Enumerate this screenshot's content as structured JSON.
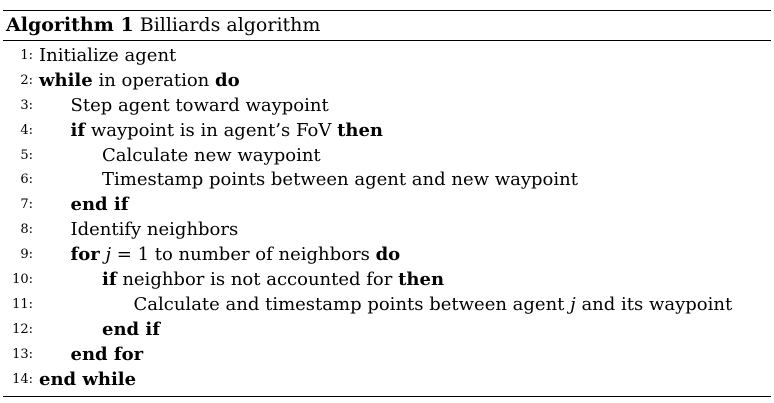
{
  "caption": {
    "label": "Algorithm 1",
    "title": "Billiards algorithm"
  },
  "lines": [
    {
      "num": "1:",
      "indent": 0,
      "parts": [
        {
          "t": "Initialize agent"
        }
      ]
    },
    {
      "num": "2:",
      "indent": 0,
      "parts": [
        {
          "t": "while",
          "s": "kw"
        },
        {
          "t": " in operation "
        },
        {
          "t": "do",
          "s": "kw"
        }
      ]
    },
    {
      "num": "3:",
      "indent": 1,
      "parts": [
        {
          "t": "Step agent toward waypoint"
        }
      ]
    },
    {
      "num": "4:",
      "indent": 1,
      "parts": [
        {
          "t": "if",
          "s": "kw"
        },
        {
          "t": " waypoint is in agent’s FoV "
        },
        {
          "t": "then",
          "s": "kw"
        }
      ]
    },
    {
      "num": "5:",
      "indent": 2,
      "parts": [
        {
          "t": "Calculate new waypoint"
        }
      ]
    },
    {
      "num": "6:",
      "indent": 2,
      "parts": [
        {
          "t": "Timestamp points between agent and new waypoint"
        }
      ]
    },
    {
      "num": "7:",
      "indent": 1,
      "parts": [
        {
          "t": "end if",
          "s": "kw"
        }
      ]
    },
    {
      "num": "8:",
      "indent": 1,
      "parts": [
        {
          "t": "Identify neighbors"
        }
      ]
    },
    {
      "num": "9:",
      "indent": 1,
      "parts": [
        {
          "t": "for",
          "s": "kw"
        },
        {
          "t": " "
        },
        {
          "t": "j",
          "s": "math"
        },
        {
          "t": " = 1 to number of neighbors "
        },
        {
          "t": "do",
          "s": "kw"
        }
      ]
    },
    {
      "num": "10:",
      "indent": 2,
      "parts": [
        {
          "t": "if",
          "s": "kw"
        },
        {
          "t": " neighbor is not accounted for "
        },
        {
          "t": "then",
          "s": "kw"
        }
      ]
    },
    {
      "num": "11:",
      "indent": 3,
      "parts": [
        {
          "t": "Calculate and timestamp points between agent "
        },
        {
          "t": "j",
          "s": "math"
        },
        {
          "t": " and its waypoint"
        }
      ]
    },
    {
      "num": "12:",
      "indent": 2,
      "parts": [
        {
          "t": "end if",
          "s": "kw"
        }
      ]
    },
    {
      "num": "13:",
      "indent": 1,
      "parts": [
        {
          "t": "end for",
          "s": "kw"
        }
      ]
    },
    {
      "num": "14:",
      "indent": 0,
      "parts": [
        {
          "t": "end while",
          "s": "kw"
        }
      ]
    }
  ]
}
